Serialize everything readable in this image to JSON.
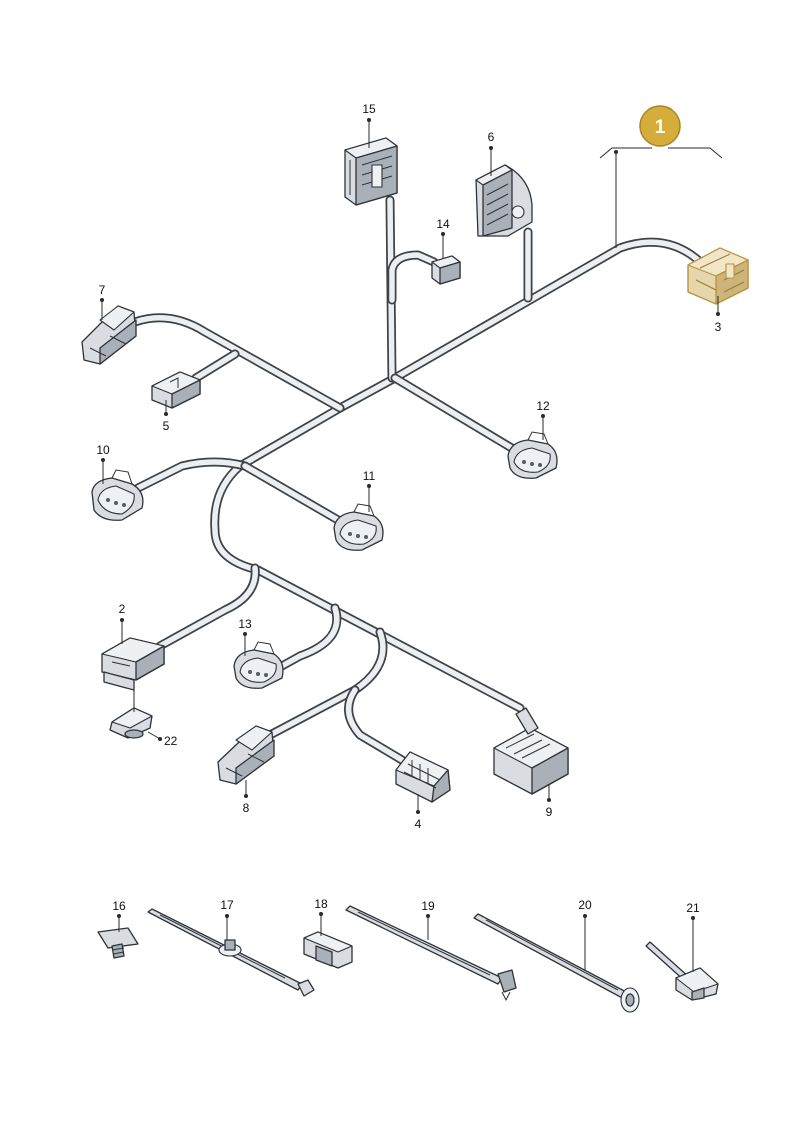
{
  "assembly_badge": "1",
  "part_numbers": {
    "p2": "2",
    "p3": "3",
    "p4": "4",
    "p5": "5",
    "p6": "6",
    "p7": "7",
    "p8": "8",
    "p9": "9",
    "p10": "10",
    "p11": "11",
    "p12": "12",
    "p13": "13",
    "p14": "14",
    "p15": "15",
    "p16": "16",
    "p17": "17",
    "p18": "18",
    "p19": "19",
    "p20": "20",
    "p21": "21",
    "p22": "22"
  },
  "colors": {
    "highlight": "#d4ad3b",
    "wire": "#3d4349",
    "connector": "#d9dde1"
  }
}
